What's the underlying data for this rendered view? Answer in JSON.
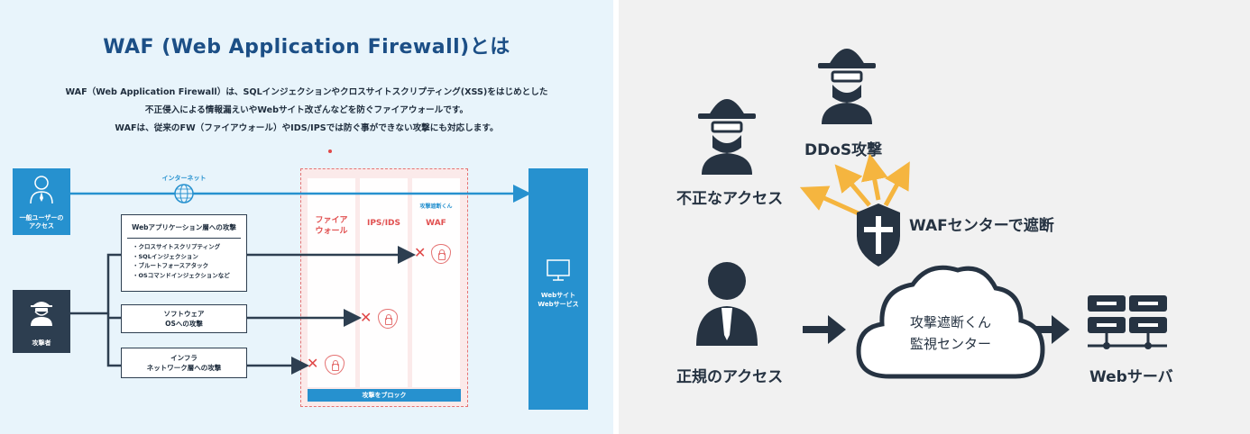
{
  "left": {
    "title": "WAF (Web Application Firewall)とは",
    "desc": [
      "WAF（Web Application Firewall）は、SQLインジェクションやクロスサイトスクリプティング(XSS)をはじめとした",
      "不正侵入による情報漏えいやWebサイト改ざんなどを防ぐファイアウォールです。",
      "WAFは、従来のFW（ファイアウォール）やIDS/IPSでは防ぐ事ができない攻撃にも対応します。"
    ],
    "internet_label": "インターネット",
    "user_label": [
      "一般ユーザーの",
      "アクセス"
    ],
    "attacker_label": "攻撃者",
    "webapp_box": {
      "title": "Webアプリケーション層への攻撃",
      "items": [
        "・クロスサイトスクリプティング",
        "・SQLインジェクション",
        "・ブルートフォースアタック",
        "・OSコマンドインジェクションなど"
      ]
    },
    "os_box": [
      "ソフトウェア",
      "OSへの攻撃"
    ],
    "infra_box": [
      "インフラ",
      "ネットワーク層への攻撃"
    ],
    "columns": {
      "firewall": [
        "ファイア",
        "ウォール"
      ],
      "ips": "IPS/IDS",
      "waf": "WAF",
      "brand": "攻撃遮断くん"
    },
    "block_label": "攻撃をブロック",
    "server_label": [
      "Webサイト",
      "Webサービス"
    ]
  },
  "right": {
    "unauthorized": "不正なアクセス",
    "ddos": "DDoS攻撃",
    "waf_center": "WAFセンターで遮断",
    "legit": "正規のアクセス",
    "cloud": [
      "攻撃遮断くん",
      "監視センター"
    ],
    "server": "Webサーバ"
  },
  "colors": {
    "title_blue": "#1c4f86",
    "accent_blue": "#2691cf",
    "dark_navy": "#2d3e50",
    "alert_red": "#e04848",
    "arrow_orange": "#f5b53f",
    "right_dark": "#263342"
  }
}
